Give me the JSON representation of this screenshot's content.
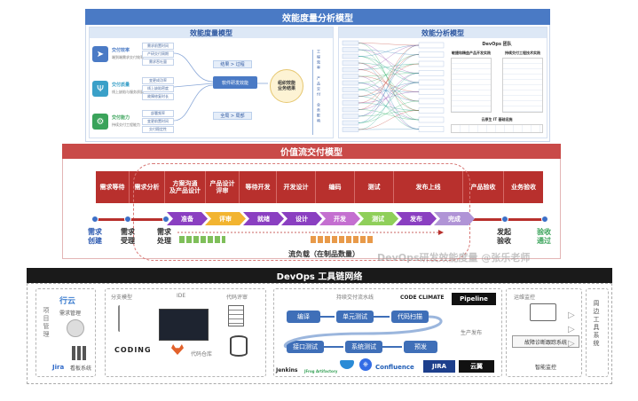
{
  "top": {
    "title": "效能度量分析模型",
    "left_title": "效能度量模型",
    "right_title": "效能分析模型",
    "capabilities": [
      {
        "title": "交付效率",
        "desc": "端到端需求交付效率",
        "color": "#4a7ac5",
        "icon": "send-icon",
        "metrics": [
          "需求前置时间",
          "产研交付周期",
          "需求吞吐量"
        ]
      },
      {
        "title": "交付质量",
        "desc": "线上缺陷与服务质量",
        "color": "#3aa0c8",
        "icon": "cup-icon",
        "metrics": [
          "变更成功率",
          "线上缺陷密度",
          "故障修复时长"
        ]
      },
      {
        "title": "交付能力",
        "desc": "持续交付工程能力",
        "color": "#3aa35a",
        "icon": "gear-icon",
        "metrics": [
          "部署频率",
          "变更前置时间",
          "交付稳定性"
        ]
      }
    ],
    "center_top": "结果 > 过程",
    "center_mid": "软件研发效能",
    "center_bottom": "全局 > 局部",
    "goal": "组织效能\n业务结果",
    "side_labels": [
      "工程效率",
      "产品交付",
      "业务影响"
    ],
    "analysis_header": "DevOps 团队",
    "analysis_sub_left": "敏捷和精益产品开发实践",
    "analysis_sub_right": "持续交付工程技术实践",
    "analysis_footer": "云原生 IT 基础设施"
  },
  "mid": {
    "title": "价值流交付模型",
    "stages": [
      "需求等待",
      "需求分析",
      "方案沟通\n及产品设计",
      "产品设计\n评审",
      "等待开发",
      "开发设计",
      "编码",
      "测试",
      "发布上线",
      "产品验收",
      "业务验收"
    ],
    "flow": [
      "准备",
      "评审",
      "就绪",
      "设计",
      "开发",
      "测试",
      "发布",
      "完成"
    ],
    "milestones": [
      {
        "label": "需求\n创建",
        "color": "blue"
      },
      {
        "label": "需求\n受理",
        "color": "dark"
      },
      {
        "label": "需求\n处理",
        "color": "dark"
      },
      {
        "label": "发起\n验收",
        "color": "dark"
      },
      {
        "label": "验收\n通过",
        "color": "green"
      }
    ],
    "wip_label": "流负载（在制品数量）"
  },
  "watermark": "DevOps研发效能度量 @张乐老师",
  "bottom": {
    "title": "DevOps 工具链网络",
    "project_label": "项目管理",
    "tools_left": [
      "行云",
      "需求管理",
      "Jira",
      "看板系统"
    ],
    "branch_model": "分支模型",
    "ide": "IDE",
    "code_review": "代码评审",
    "code_repo": "代码仓库",
    "coding": "CODING",
    "pipeline_title": "持续交付流水线",
    "pipeline_steps": [
      "编译",
      "单元测试",
      "代码扫描",
      "接口测试",
      "系统测试",
      "预发"
    ],
    "pipeline_logos": [
      "CODE CLIMATE",
      "Pipeline",
      "Jenkins",
      "JFrog Artifactory",
      "Confluence",
      "JIRA",
      "云翼"
    ],
    "ops_title": "运维监控",
    "prod_release": "生产发布",
    "fault_system": "故障诊断跟踪系统",
    "smart_monitor": "智能监控",
    "peripheral": "周边工具系统"
  }
}
